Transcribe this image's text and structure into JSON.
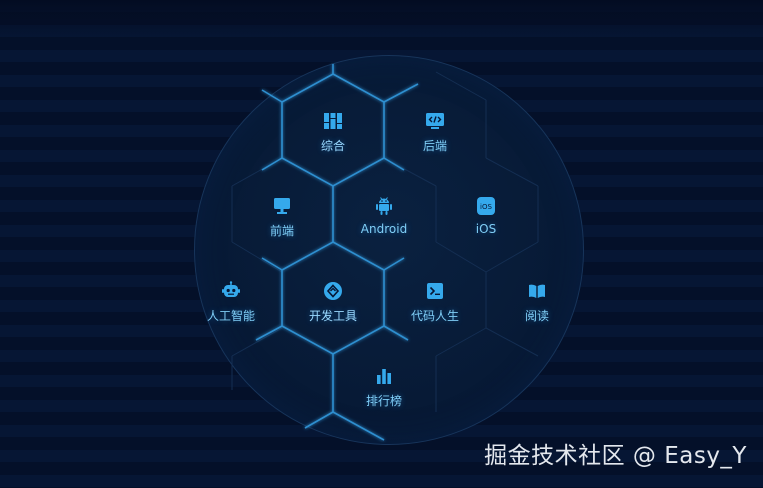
{
  "categories": [
    {
      "id": "all",
      "label": "综合",
      "icon": "grid-icon"
    },
    {
      "id": "backend",
      "label": "后端",
      "icon": "code-icon"
    },
    {
      "id": "frontend",
      "label": "前端",
      "icon": "monitor-icon"
    },
    {
      "id": "android",
      "label": "Android",
      "icon": "android-icon"
    },
    {
      "id": "ios",
      "label": "iOS",
      "icon": "ios-icon"
    },
    {
      "id": "ai",
      "label": "人工智能",
      "icon": "robot-icon"
    },
    {
      "id": "devtools",
      "label": "开发工具",
      "icon": "tools-icon"
    },
    {
      "id": "codelife",
      "label": "代码人生",
      "icon": "terminal-icon"
    },
    {
      "id": "reading",
      "label": "阅读",
      "icon": "book-icon"
    },
    {
      "id": "ranking",
      "label": "排行榜",
      "icon": "bar-chart-icon"
    }
  ],
  "ios_badge_text": "iOS",
  "watermark": "掘金技术社区 @ Easy_Y",
  "colors": {
    "background": "#041029",
    "hex_line": "#2f8fd0",
    "label": "#7fcdf5",
    "icon": "#35a9ec"
  }
}
